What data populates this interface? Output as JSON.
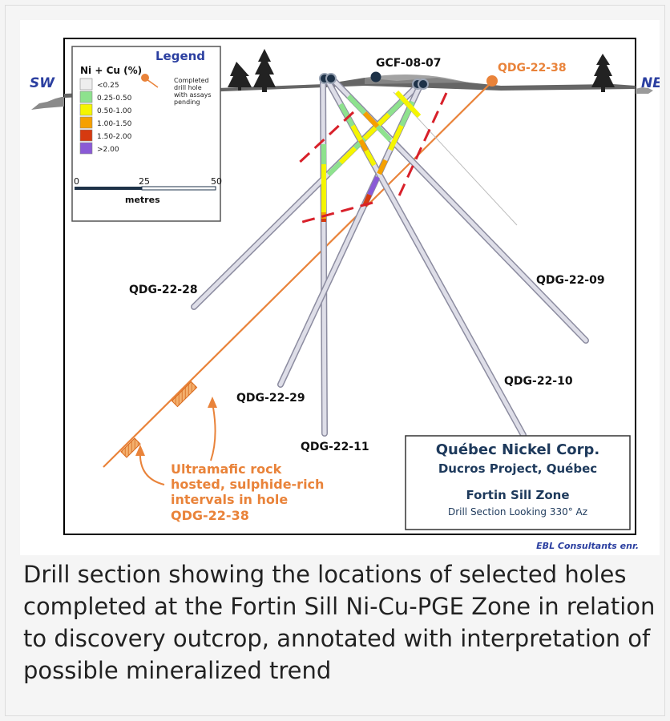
{
  "figure": {
    "direction_left": "SW",
    "direction_right": "NE",
    "legend": {
      "title": "Legend",
      "grade_header": "Ni + Cu (%)",
      "grades": [
        {
          "label": "<0.25",
          "color": "#eeeeee"
        },
        {
          "label": "0.25-0.50",
          "color": "#8ee28e"
        },
        {
          "label": "0.50-1.00",
          "color": "#f5f500"
        },
        {
          "label": "1.00-1.50",
          "color": "#f5a000"
        },
        {
          "label": "1.50-2.00",
          "color": "#d63a10"
        },
        {
          "label": ">2.00",
          "color": "#8a5ad6"
        }
      ],
      "pending_line1": "Completed",
      "pending_line2": "drill hole",
      "pending_line3": "with assays",
      "pending_line4": "pending",
      "scale_ticks": [
        "0",
        "25",
        "50"
      ],
      "scale_unit": "metres"
    },
    "holes": {
      "gcf_08_07": "GCF-08-07",
      "qdg_22_38": "QDG-22-38",
      "qdg_22_28": "QDG-22-28",
      "qdg_22_09": "QDG-22-09",
      "qdg_22_29": "QDG-22-29",
      "qdg_22_10": "QDG-22-10",
      "qdg_22_11": "QDG-22-11"
    },
    "annotation": {
      "line1": "Ultramafic rock",
      "line2": "hosted, sulphide-rich",
      "line3": "intervals in hole",
      "line4": "QDG-22-38"
    },
    "title_box": {
      "company": "Québec Nickel Corp.",
      "project": "Ducros Project, Québec",
      "zone": "Fortin Sill Zone",
      "section": "Drill Section Looking 330° Az"
    },
    "credit": "EBL Consultants enr."
  },
  "caption": "Drill section showing the locations of selected holes completed at the Fortin Sill Ni-Cu-PGE Zone in relation to discovery outcrop, annotated with interpretation of possible mineralized trend",
  "colors": {
    "pending_hole": "#e9833a",
    "drill_hole": "#c9c9d6",
    "direction": "#2b3fa0",
    "trend": "#d8202a"
  }
}
